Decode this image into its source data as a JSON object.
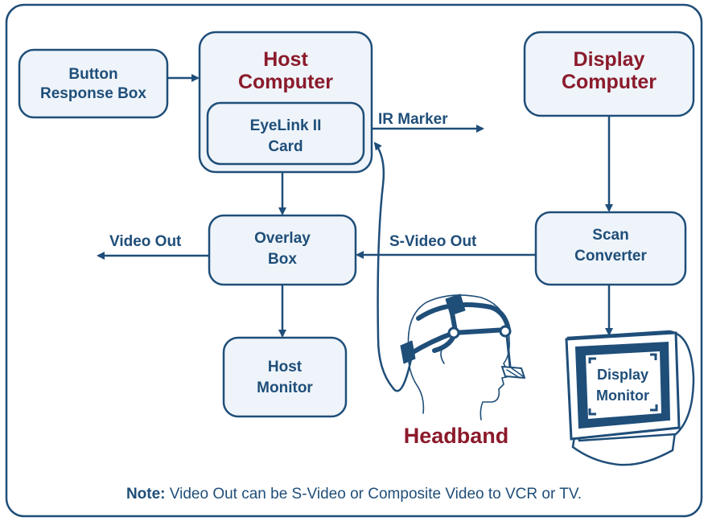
{
  "colors": {
    "frame": "#1f4e79",
    "box_fill": "#eef4fa",
    "box_stroke": "#1f4e79",
    "label_dark": "#1f4e79",
    "label_accent": "#8b1a2b",
    "line": "#1f4e79"
  },
  "boxes": {
    "button_box": {
      "line1": "Button",
      "line2": "Response Box"
    },
    "host_computer": {
      "line1": "Host",
      "line2": "Computer"
    },
    "eyelink_card": {
      "line1": "EyeLink II",
      "line2": "Card"
    },
    "display_computer": {
      "line1": "Display",
      "line2": "Computer"
    },
    "overlay_box": {
      "line1": "Overlay",
      "line2": "Box"
    },
    "scan_converter": {
      "line1": "Scan",
      "line2": "Converter"
    },
    "host_monitor": {
      "line1": "Host",
      "line2": "Monitor"
    },
    "display_monitor": {
      "line1": "Display",
      "line2": "Monitor"
    }
  },
  "edge_labels": {
    "ir_marker": "IR Marker",
    "video_out": "Video Out",
    "s_video_out": "S-Video Out"
  },
  "headband_label": "Headband",
  "note": {
    "label": "Note:",
    "text": " Video Out can be S-Video or Composite Video to VCR or TV."
  }
}
